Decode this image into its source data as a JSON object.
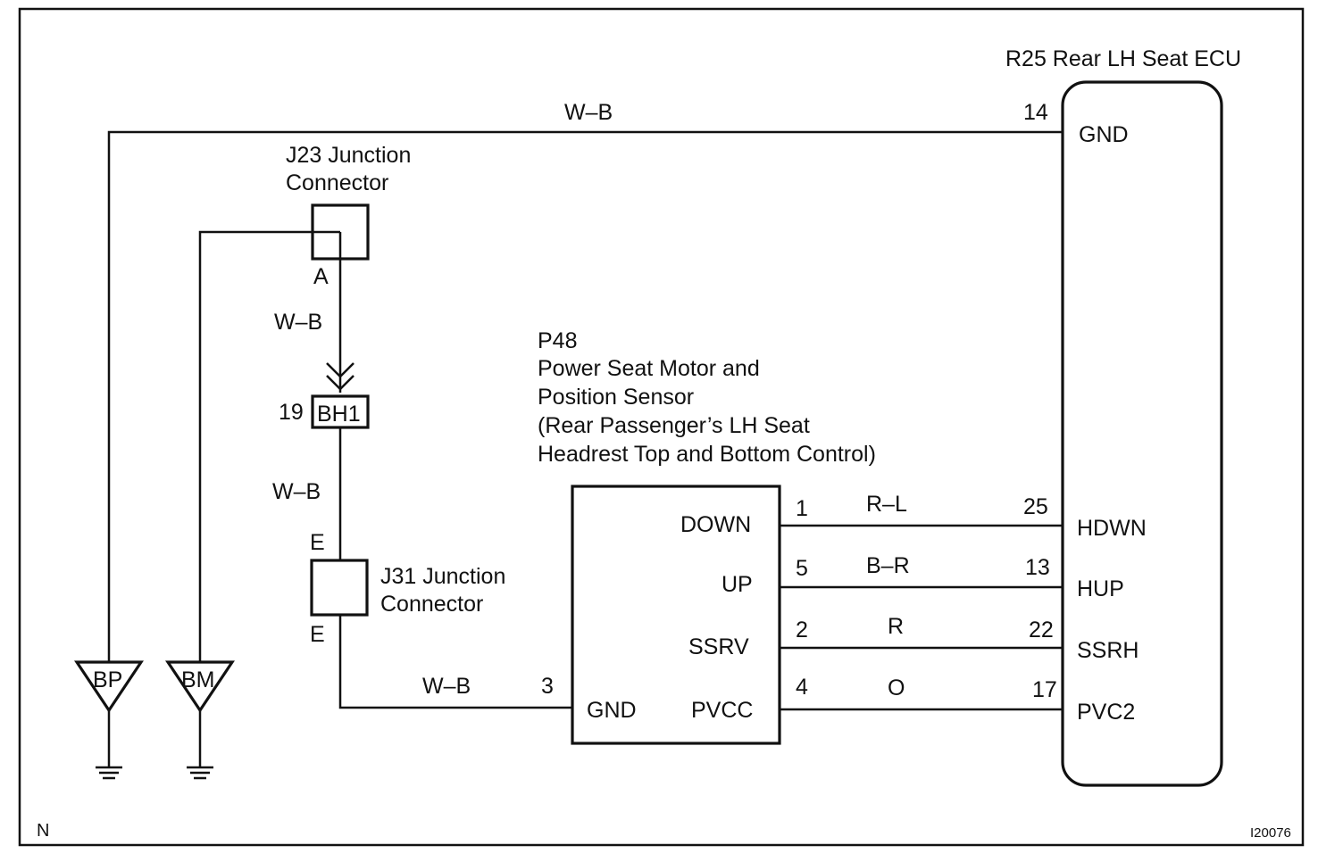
{
  "ecu": {
    "title": "R25 Rear LH Seat ECU",
    "pins": [
      {
        "num": "14",
        "name": "GND"
      },
      {
        "num": "25",
        "name": "HDWN"
      },
      {
        "num": "13",
        "name": "HUP"
      },
      {
        "num": "22",
        "name": "SSRH"
      },
      {
        "num": "17",
        "name": "PVC2"
      }
    ]
  },
  "motor": {
    "id": "P48",
    "name_line1": "Power Seat Motor and",
    "name_line2": "Position Sensor",
    "name_line3": "(Rear Passenger’s LH Seat",
    "name_line4": "Headrest Top and Bottom Control)",
    "pins": [
      {
        "num": "1",
        "name": "DOWN"
      },
      {
        "num": "5",
        "name": "UP"
      },
      {
        "num": "2",
        "name": "SSRV"
      },
      {
        "num": "4",
        "name": "PVCC"
      },
      {
        "num": "3",
        "name": "GND"
      }
    ]
  },
  "wires": {
    "top_gnd": "W–B",
    "j23_to_bh1": "W–B",
    "bh1_to_j31": "W–B",
    "j31_to_motor": "W–B",
    "down": "R–L",
    "up": "B–R",
    "ssrv": "R",
    "pvcc": "O"
  },
  "j23": {
    "line1": "J23 Junction",
    "line2": "Connector",
    "pin": "A"
  },
  "j31": {
    "line1": "J31 Junction",
    "line2": "Connector",
    "pin_top": "E",
    "pin_bottom": "E"
  },
  "bh1": {
    "label": "BH1",
    "pin": "19"
  },
  "grounds": [
    {
      "label": "BP"
    },
    {
      "label": "BM"
    }
  ],
  "corner_mark": "N",
  "figure_id": "I20076"
}
